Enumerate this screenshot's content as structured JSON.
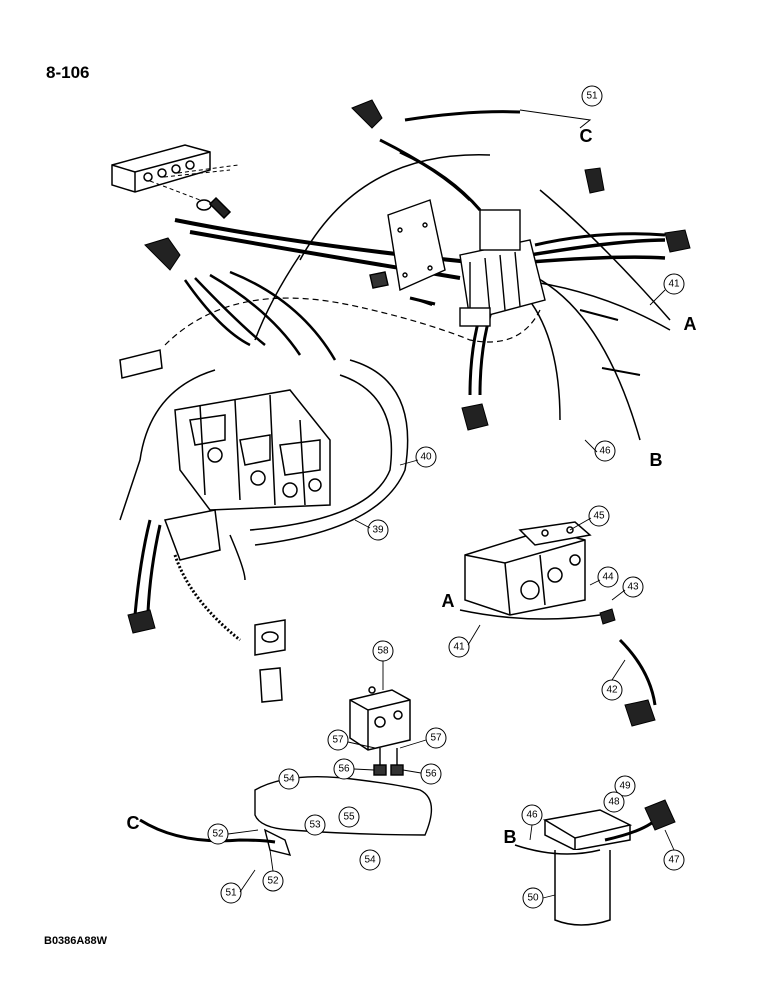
{
  "page_number": "8-106",
  "drawing_code": "B0386A88W",
  "ref_letters": [
    "A",
    "B",
    "C"
  ],
  "callouts": {
    "c51_top": "51",
    "c41_top": "41",
    "c46_top": "46",
    "c40": "40",
    "c39": "39",
    "c45": "45",
    "c44": "44",
    "c43": "43",
    "c41_low": "41",
    "c42": "42",
    "c58": "58",
    "c57_left": "57",
    "c57_right": "57",
    "c56_left": "56",
    "c56_right": "56",
    "c54_top": "54",
    "c53": "53",
    "c55": "55",
    "c52_left": "52",
    "c52_low": "52",
    "c54_low": "54",
    "c51_low": "51",
    "c49": "49",
    "c48": "48",
    "c46_low": "46",
    "c47": "47",
    "c50": "50"
  },
  "letters": {
    "c_top": "C",
    "a_top": "A",
    "b_top": "B",
    "a_mid": "A",
    "c_low": "C",
    "b_low": "B"
  },
  "colors": {
    "ink": "#000000",
    "paper": "#ffffff"
  }
}
